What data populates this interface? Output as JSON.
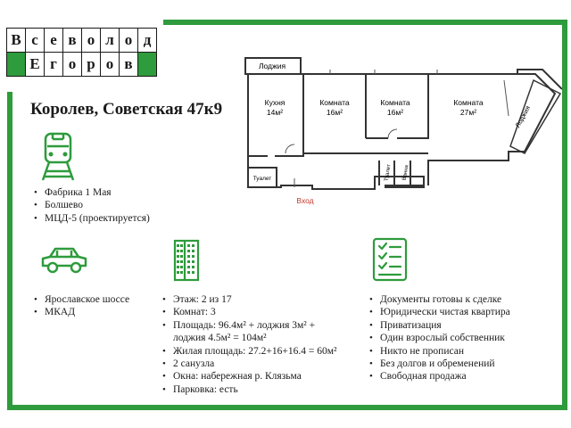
{
  "logo": {
    "row1": [
      "В",
      "с",
      "е",
      "в",
      "о",
      "л",
      "о",
      "д"
    ],
    "row2": [
      "",
      "Е",
      "г",
      "о",
      "р",
      "о",
      "в",
      ""
    ]
  },
  "listing": {
    "address": "Королев, Советская 47к9"
  },
  "plan": {
    "rooms": {
      "loggia_top": "Лоджия",
      "kitchen": "Кухня",
      "kitchen_area": "14м²",
      "room1": "Комната",
      "room1_area": "16м²",
      "room2": "Комната",
      "room2_area": "16м²",
      "room3": "Комната",
      "room3_area": "27м²",
      "loggia_right": "Лоджия",
      "toilet_left": "Туалет",
      "toilet_right": "Туалет",
      "bath": "Ванна",
      "entrance": "Вход"
    }
  },
  "transport": {
    "items": [
      "Фабрика 1 Мая",
      "Болшево",
      "МЦД-5 (проектируется)"
    ]
  },
  "roads": {
    "items": [
      "Ярославское шоссе",
      "МКАД"
    ]
  },
  "specs": {
    "items": [
      "Этаж: 2 из 17",
      "Комнат: 3",
      "Площадь: 96.4м² + лоджия 3м²  +  лоджия 4.5м² = 104м²",
      "Жилая площадь: 27.2+16+16.4 = 60м²",
      "2 санузла",
      "Окна: набережная р. Клязьма",
      "Парковка: есть"
    ]
  },
  "legal": {
    "items": [
      "Документы готовы к сделке",
      "Юридически чистая квартира",
      "Приватизация",
      "Один взрослый собственник",
      "Никто не прописан",
      "Без долгов и обременений",
      "Свободная продажа"
    ]
  },
  "icons": {
    "train": "train-icon",
    "car": "car-icon",
    "building": "building-icon",
    "checklist": "checklist-icon"
  },
  "colors": {
    "accent": "#2e9b3c",
    "entrance": "#c0392b"
  }
}
